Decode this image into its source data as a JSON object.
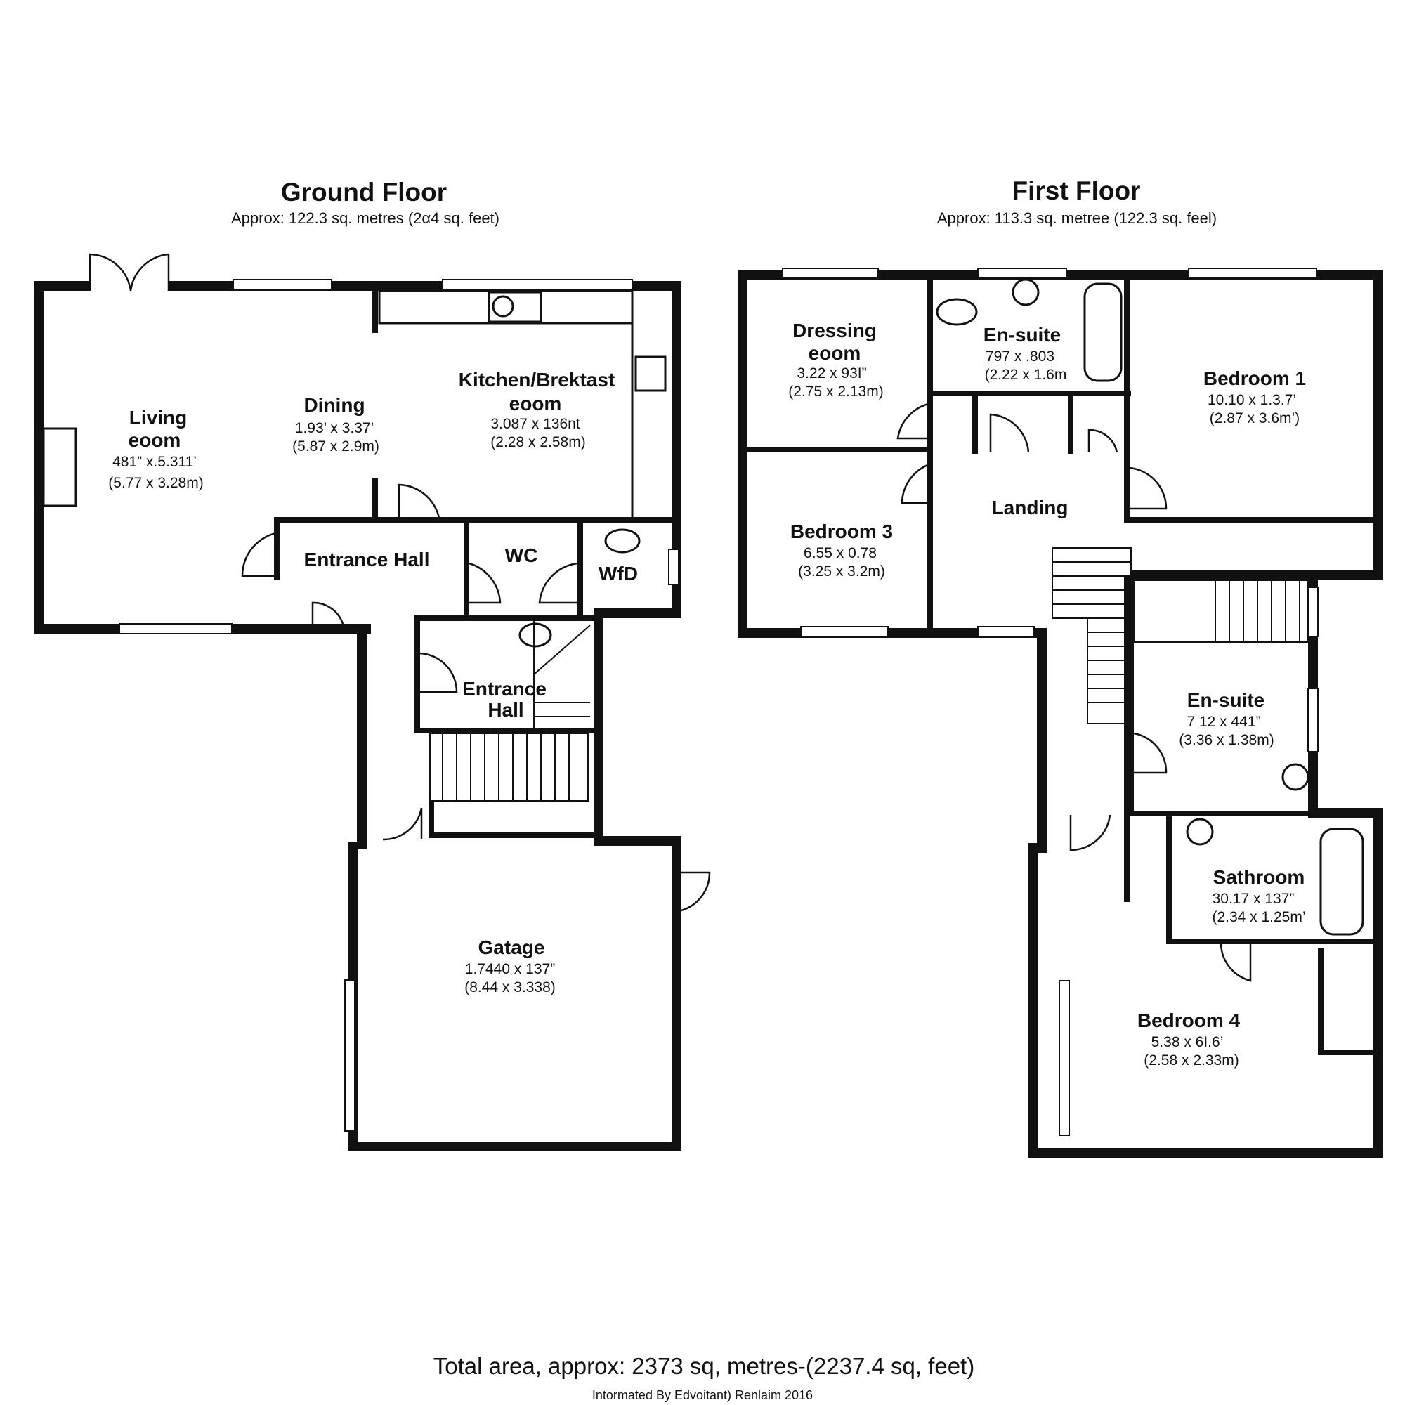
{
  "ground_floor": {
    "title": "Ground Floor",
    "area": "Approx: 122.3 sq. metres (2α4 sq. feet)",
    "rooms": {
      "living": {
        "name1": "Living",
        "name2": "eoom",
        "dim_imperial": "481” x.5.311’",
        "dim_metric": "(5.77 x 3.28m)"
      },
      "dining": {
        "name": "Dining",
        "dim_imperial": "1.93’ x 3.37’",
        "dim_metric": "(5.87 x 2.9m)"
      },
      "kitchen": {
        "name1": "Kitchen/Brektast",
        "name2": "eoom",
        "dim_imperial": "3.087 x 136nt",
        "dim_metric": "(2.28 x 2.58m)"
      },
      "entrance_hall": {
        "name": "Entrance Hall"
      },
      "wc": {
        "name": "WC"
      },
      "wfd": {
        "name": "WfD"
      },
      "entrance_hall_2": {
        "name1": "Entrance",
        "name2": "Hall"
      },
      "garage": {
        "name": "Gatage",
        "dim_imperial": "1.7440 x 137”",
        "dim_metric": "(8.44 x 3.338)"
      }
    }
  },
  "first_floor": {
    "title": "First Floor",
    "area": "Approx: 113.3 sq. metree (122.3 sq. feel)",
    "rooms": {
      "dressing": {
        "name1": "Dressing",
        "name2": "eoom",
        "dim_imperial": "3.22 x 93I”",
        "dim_metric": "(2.75 x 2.13m)"
      },
      "ensuite_1": {
        "name": "En-suite",
        "dim_imperial": "797 x .803",
        "dim_metric": "(2.22 x 1.6m"
      },
      "bedroom_1": {
        "name": "Bedroom 1",
        "dim_imperial": "10.10 x 1.3.7’",
        "dim_metric": "(2.87 x 3.6m’)"
      },
      "bedroom_3": {
        "name": "Bedroom 3",
        "dim_imperial": "6.55 x 0.78",
        "dim_metric": "(3.25 x 3.2m)"
      },
      "landing": {
        "name": "Landing"
      },
      "ensuite_2": {
        "name": "En-suite",
        "dim_imperial": "7 12 x 441”",
        "dim_metric": "(3.36 x 1.38m)"
      },
      "bathroom": {
        "name": "Sathroom",
        "dim_imperial": "30.17 x 137”",
        "dim_metric": "(2.34 x 1.25m’"
      },
      "bedroom_4": {
        "name": "Bedroom 4",
        "dim_imperial": "5.38 x 6I.6’",
        "dim_metric": "(2.58 x 2.33m)"
      }
    }
  },
  "footer": {
    "total": "Total area, approx: 2373 sq, metres-(2237.4 sq, feet)",
    "credit": "Intormated By Edvoitant) Renlaim 2016"
  }
}
